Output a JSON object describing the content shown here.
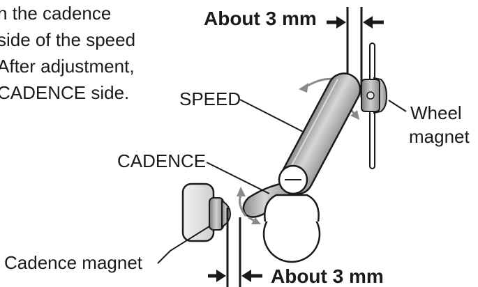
{
  "instructions": {
    "line1": "n the cadence",
    "line2": "side of the speed",
    "line3": "After adjustment,",
    "line4": "CADENCE side."
  },
  "labels": {
    "speed": "SPEED",
    "cadence": "CADENCE",
    "wheel_magnet_line1": "Wheel",
    "wheel_magnet_line2": "magnet",
    "cadence_magnet": "Cadence magnet"
  },
  "dimensions": {
    "top": "About 3 mm",
    "bottom": "About 3 mm"
  }
}
